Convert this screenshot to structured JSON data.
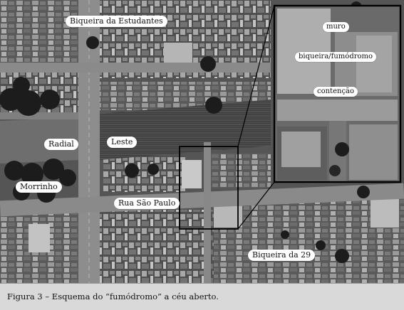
{
  "map": {
    "labels": {
      "biqueira_estudantes": "Biqueira da Estudantes",
      "radial": "Radial",
      "leste": "Leste",
      "morrinho": "Morrinho",
      "rua_sao_paulo": "Rua São Paulo",
      "biqueira_29": "Biqueira da 29"
    },
    "inset_labels": {
      "muro": "muro",
      "biqueira_fumodromo": "biqueira/fumódromo",
      "contencao": "contenção"
    }
  },
  "caption": {
    "text": "Figura 3  –  Esquema do “fumódromo” a céu aberto."
  },
  "colors": {
    "road": "#8a8a8a",
    "block": "#4a4a4a",
    "roof_light": "#bdbdbd",
    "tree": "#1e1e1e",
    "caption_bg": "#d9d9d9"
  }
}
